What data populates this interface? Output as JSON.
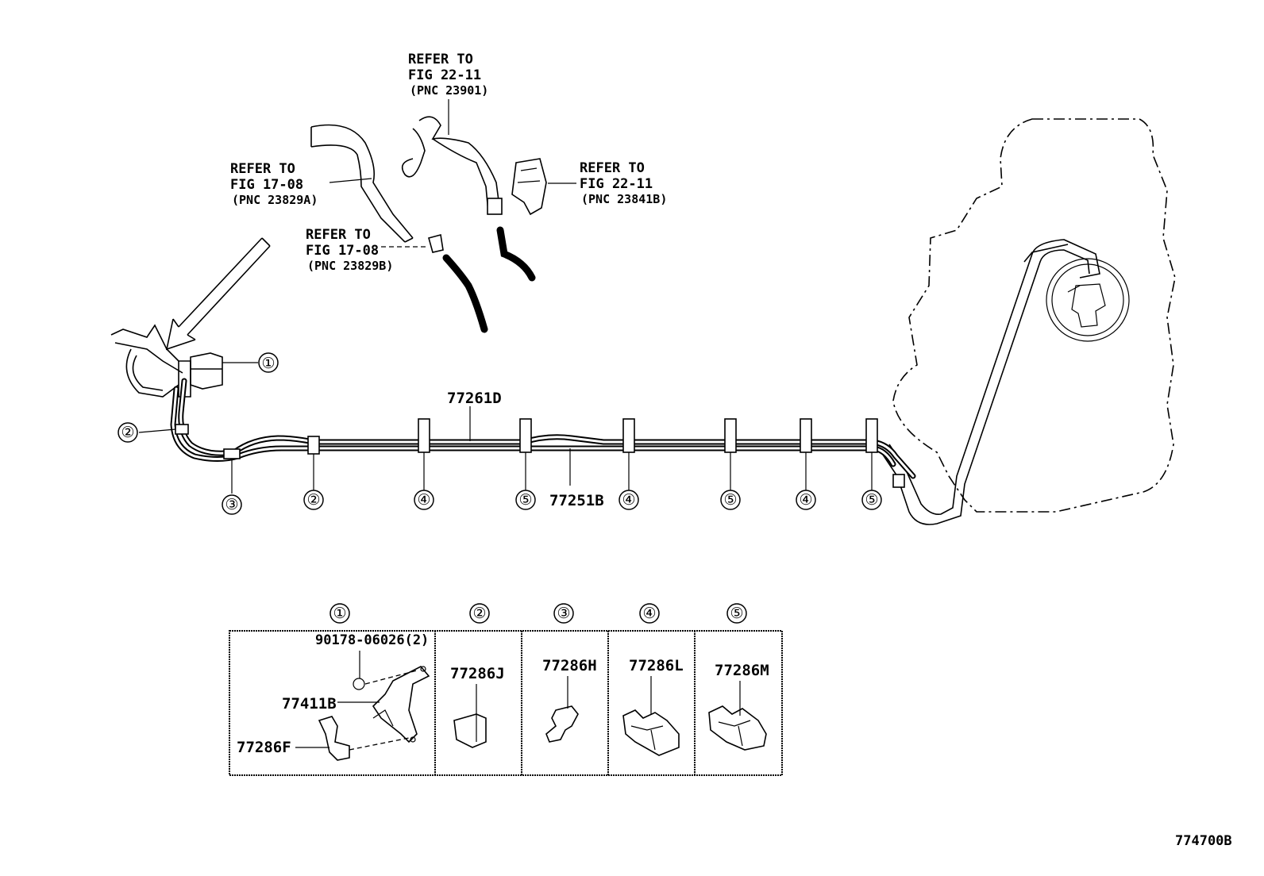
{
  "refs": {
    "r1": {
      "line1": "REFER TO",
      "line2": "FIG 22-11",
      "line3": "(PNC 23901)"
    },
    "r2": {
      "line1": "REFER TO",
      "line2": "FIG 17-08",
      "line3": "(PNC 23829A)"
    },
    "r3": {
      "line1": "REFER TO",
      "line2": "FIG 22-11",
      "line3": "(PNC 23841B)"
    },
    "r4": {
      "line1": "REFER TO",
      "line2": "FIG 17-08",
      "line3": "(PNC 23829B)"
    }
  },
  "parts": {
    "tube_upper": "77261D",
    "tube_lower": "77251B"
  },
  "callouts": {
    "c1": "①",
    "c2": "②",
    "c3": "③",
    "c4": "④",
    "c5": "⑤"
  },
  "detail": {
    "headers": [
      "①",
      "②",
      "③",
      "④",
      "⑤"
    ],
    "box1": {
      "bolt": "90178-06026(2)",
      "bracket": "77411B",
      "clamp": "77286F"
    },
    "box2": "77286J",
    "box3": "77286H",
    "box4": "77286L",
    "box5": "77286M"
  },
  "figure_id": "774700B"
}
